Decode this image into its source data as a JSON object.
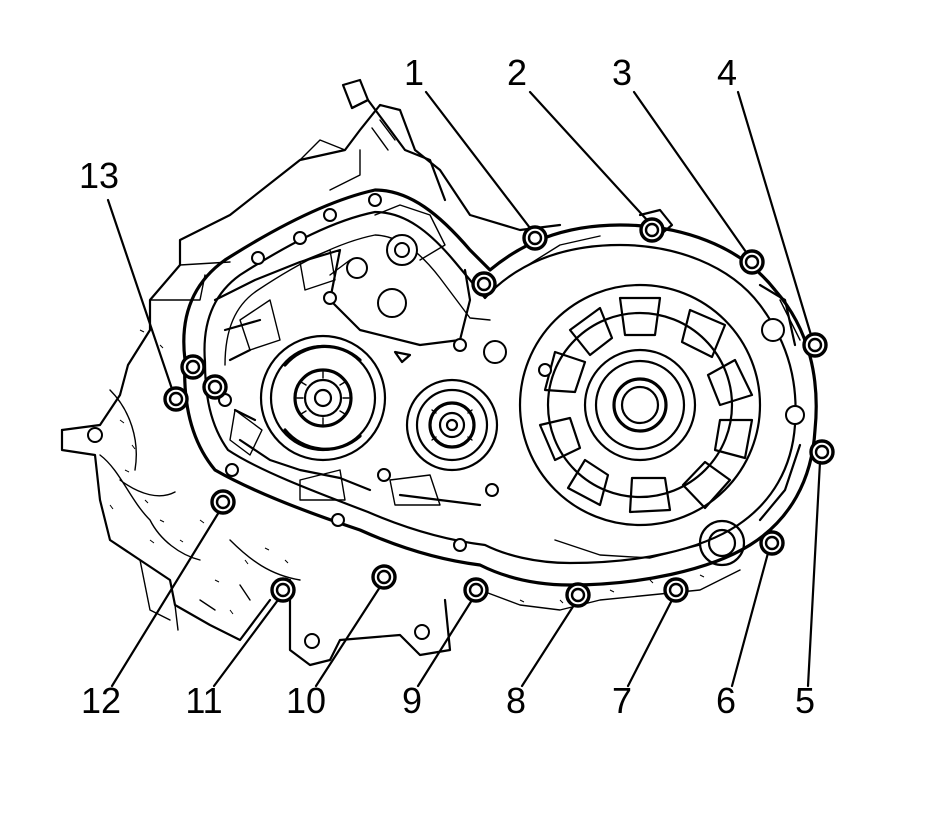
{
  "callouts": [
    {
      "id": 1,
      "label": "1"
    },
    {
      "id": 2,
      "label": "2"
    },
    {
      "id": 3,
      "label": "3"
    },
    {
      "id": 4,
      "label": "4"
    },
    {
      "id": 5,
      "label": "5"
    },
    {
      "id": 6,
      "label": "6"
    },
    {
      "id": 7,
      "label": "7"
    },
    {
      "id": 8,
      "label": "8"
    },
    {
      "id": 9,
      "label": "9"
    },
    {
      "id": 10,
      "label": "10"
    },
    {
      "id": 11,
      "label": "11"
    },
    {
      "id": 12,
      "label": "12"
    },
    {
      "id": 13,
      "label": "13"
    }
  ],
  "colors": {
    "ink": "#000000",
    "background": "#ffffff"
  }
}
